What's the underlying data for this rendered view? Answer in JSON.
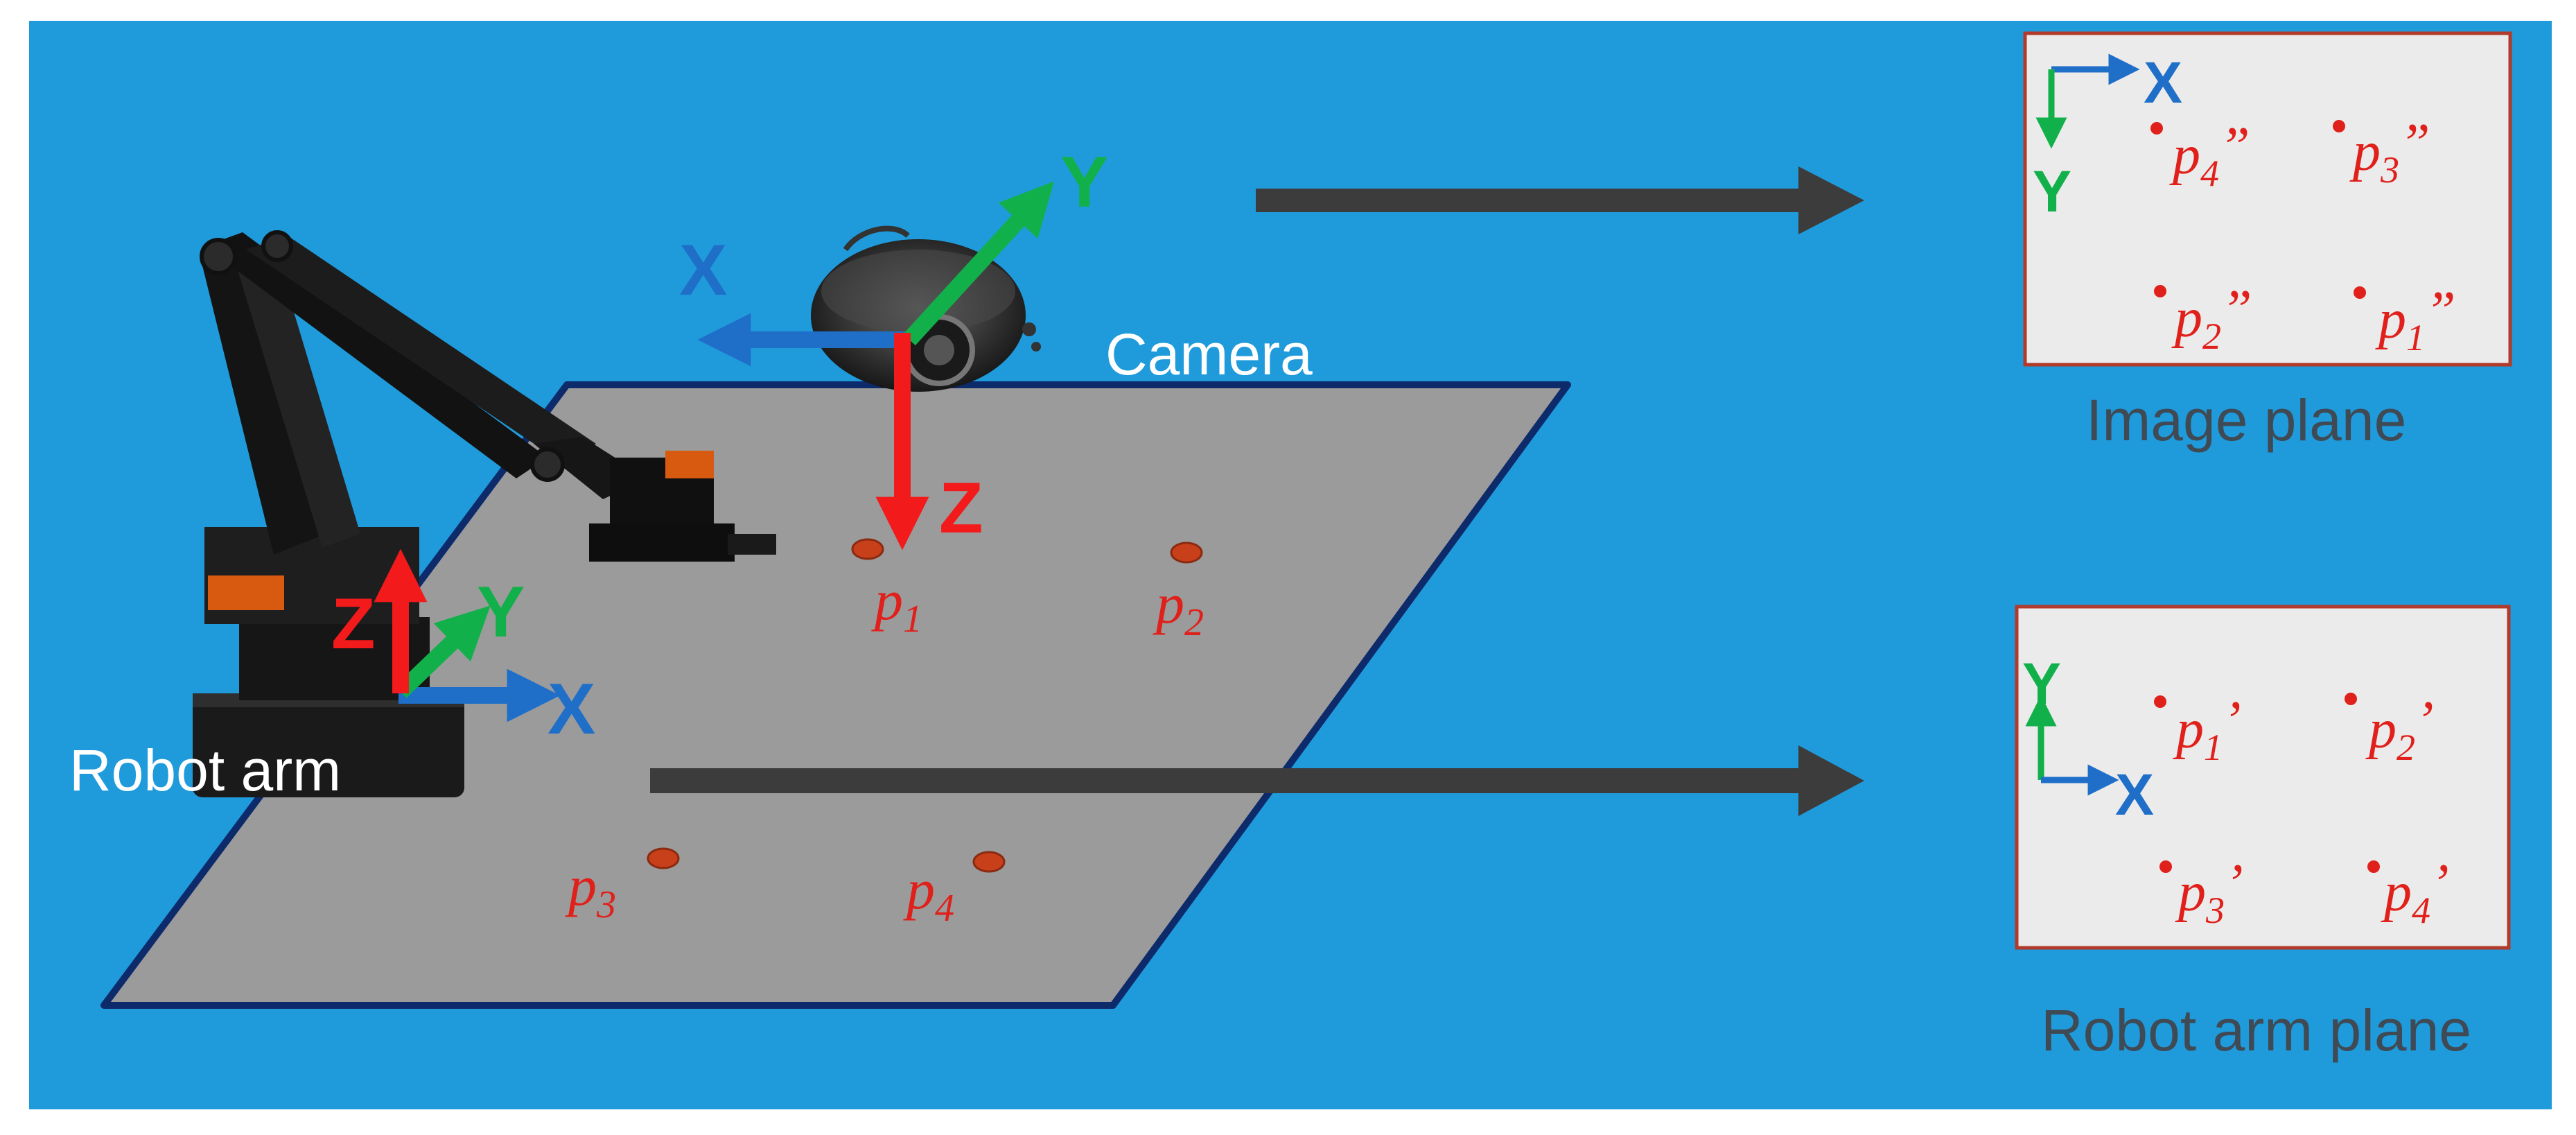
{
  "camera": {
    "label": "Camera",
    "axes": {
      "x": "X",
      "y": "Y",
      "z": "Z"
    }
  },
  "robot": {
    "label": "Robot arm",
    "axes": {
      "x": "X",
      "y": "Y",
      "z": "Z"
    }
  },
  "workspace_points": [
    {
      "base": "p",
      "sub": "1"
    },
    {
      "base": "p",
      "sub": "2"
    },
    {
      "base": "p",
      "sub": "3"
    },
    {
      "base": "p",
      "sub": "4"
    }
  ],
  "image_plane": {
    "label": "Image plane",
    "axes": {
      "x": "X",
      "y": "Y"
    },
    "points": [
      {
        "base": "p",
        "sub": "4",
        "mark": "”"
      },
      {
        "base": "p",
        "sub": "3",
        "mark": "”"
      },
      {
        "base": "p",
        "sub": "2",
        "mark": "”"
      },
      {
        "base": "p",
        "sub": "1",
        "mark": "”"
      }
    ]
  },
  "robot_plane": {
    "label": "Robot arm plane",
    "axes": {
      "x": "X",
      "y": "Y"
    },
    "points": [
      {
        "base": "p",
        "sub": "1",
        "mark": "’"
      },
      {
        "base": "p",
        "sub": "2",
        "mark": "’"
      },
      {
        "base": "p",
        "sub": "3",
        "mark": "’"
      },
      {
        "base": "p",
        "sub": "4",
        "mark": "’"
      }
    ]
  },
  "colors": {
    "background": "#1f9bdb",
    "plane": "#9b9b9b",
    "plane_border": "#0d2a6b",
    "x_axis": "#1f6fc9",
    "y_axis": "#12b04a",
    "z_axis": "#f21a1a",
    "point_label": "#e0201a",
    "arrow": "#3c3c3c",
    "panel_fill": "#ebebeb",
    "panel_border": "#b23a2a",
    "caption": "#3f4a55"
  }
}
